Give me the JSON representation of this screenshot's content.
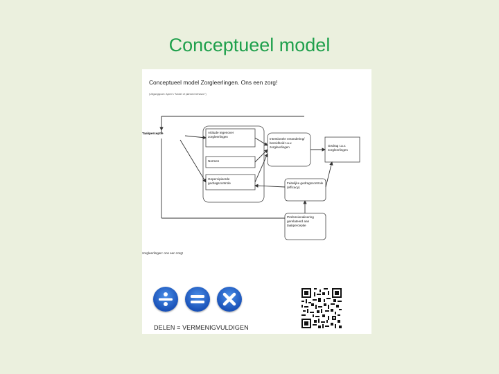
{
  "slide": {
    "title": "Conceptueel model"
  },
  "document": {
    "title": "Conceptueel model Zorgleerlingen. Ons een zorg!",
    "subtitle": "(Uitgangspunt: Ajzen's \"Model of planned behavior\")",
    "footnote": "zorgleerlingen: ons een zorg!",
    "caption": "DELEN = VERMENIGVULDIGEN"
  },
  "diagram": {
    "taakperceptie": "Taakperceptie",
    "attitude": "Attitude tegenover zorgleerlingen",
    "normen": "Normen",
    "gedragscontrole": "Gepercipieerde gedragscontrole",
    "intentie": "Intentionele verandering/ bereidheid t.a.v. zorgleerlingen",
    "gedrag": "Gedrag t.a.v. zorgleerlingen",
    "feitelijke": "Feitelijke gedragscontrole (efficacy)",
    "professionalisering": "Professionalisering gerelateerd aan taakperceptie"
  },
  "icons": [
    "divide-icon",
    "equals-icon",
    "multiply-icon",
    "qr-code-icon"
  ]
}
